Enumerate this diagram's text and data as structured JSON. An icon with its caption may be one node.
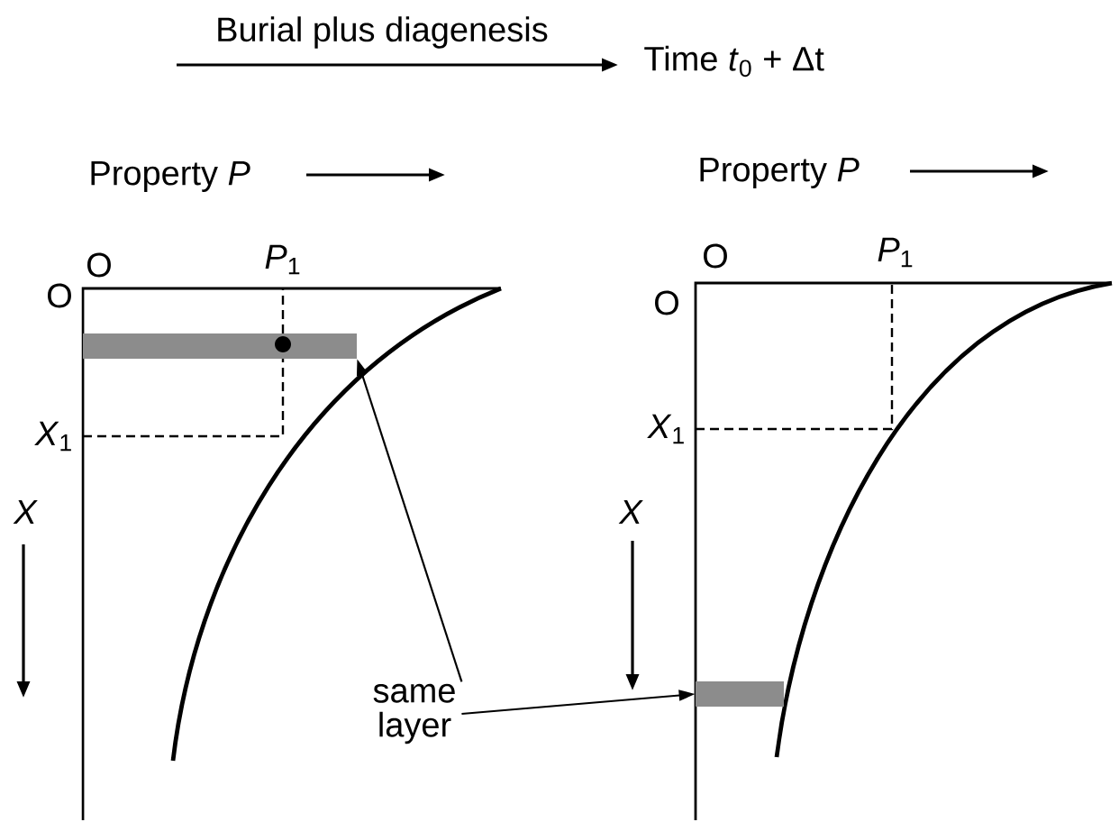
{
  "diagram": {
    "nodes": [
      {
        "text": [
          "same layer"
        ]
      },
      {
        "text": [],
        "shape": "bar"
      },
      {
        "text": [],
        "shape": "bar"
      }
    ],
    "edges": [
      {
        "from": 0,
        "to": 1,
        "arrow": "to"
      },
      {
        "from": 0,
        "to": 2,
        "arrow": "to"
      }
    ],
    "labels": [
      "Burial plus diagenesis",
      "Time *t*$_{0}$  + Δt",
      "Property *P*",
      "O",
      "*P*$_{1}$",
      "O",
      "*X*$_{1}$",
      "X",
      "Property *P*",
      "O",
      "*P*$_{1}$",
      "O",
      "*X*$_{1}$",
      "X"
    ]
  }
}
